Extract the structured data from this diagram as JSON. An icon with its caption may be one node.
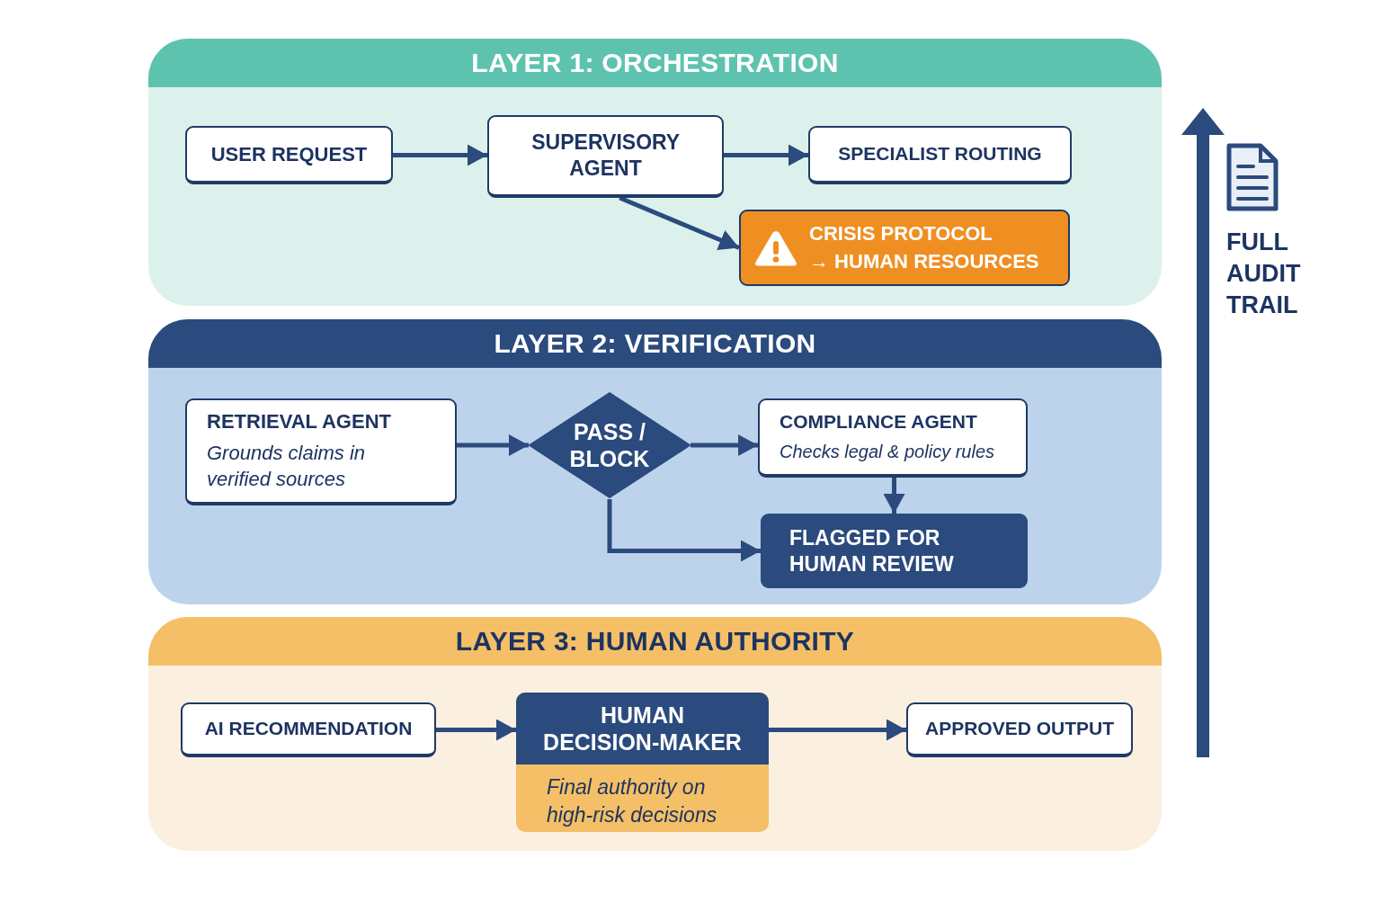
{
  "diagram": {
    "nodes": [
      {
        "text": [
          "LAYER 1: ORCHESTRATION"
        ]
      },
      {
        "text": [
          "USER REQUEST"
        ],
        "in": 0
      },
      {
        "text": [
          "SUPERVISORY AGENT"
        ],
        "in": 0
      },
      {
        "text": [
          "SPECIALIST ROUTING"
        ],
        "in": 0
      },
      {
        "text": [
          "CRISIS PROTOCOL → HUMAN RESOURCES"
        ],
        "in": 0
      },
      {
        "text": [
          "LAYER 2: VERIFICATION"
        ]
      },
      {
        "text": [
          "RETRIEVAL AGENT",
          "Grounds claims in verified sources"
        ],
        "in": 5
      },
      {
        "text": [
          "PASS / BLOCK"
        ],
        "in": 5
      },
      {
        "text": [
          "COMPLIANCE AGENT",
          "Checks legal & policy rules"
        ],
        "in": 5
      },
      {
        "text": [
          "FLAGGED FOR HUMAN REVIEW"
        ],
        "in": 5
      },
      {
        "text": [
          "LAYER 3: HUMAN AUTHORITY"
        ]
      },
      {
        "text": [
          "AI RECOMMENDATION"
        ],
        "in": 10
      },
      {
        "text": [
          "HUMAN DECISION-MAKER",
          "Final authority on high-risk decisions"
        ],
        "in": 10
      },
      {
        "text": [
          "APPROVED OUTPUT"
        ],
        "in": 10
      }
    ],
    "edges": [
      {
        "from": 1,
        "to": 2,
        "arrow": "to"
      },
      {
        "from": 2,
        "to": 3,
        "arrow": "to"
      },
      {
        "from": 2,
        "to": 4,
        "arrow": "to"
      },
      {
        "from": 6,
        "to": 7,
        "arrow": "to"
      },
      {
        "from": 7,
        "to": 8,
        "arrow": "to"
      },
      {
        "from": 8,
        "to": 9,
        "arrow": "to"
      },
      {
        "from": 7,
        "to": 9,
        "arrow": "to"
      },
      {
        "from": 11,
        "to": 12,
        "arrow": "to"
      },
      {
        "from": 12,
        "to": 13,
        "arrow": "to"
      }
    ],
    "labels": [
      "FULL AUDIT TRAIL"
    ]
  }
}
